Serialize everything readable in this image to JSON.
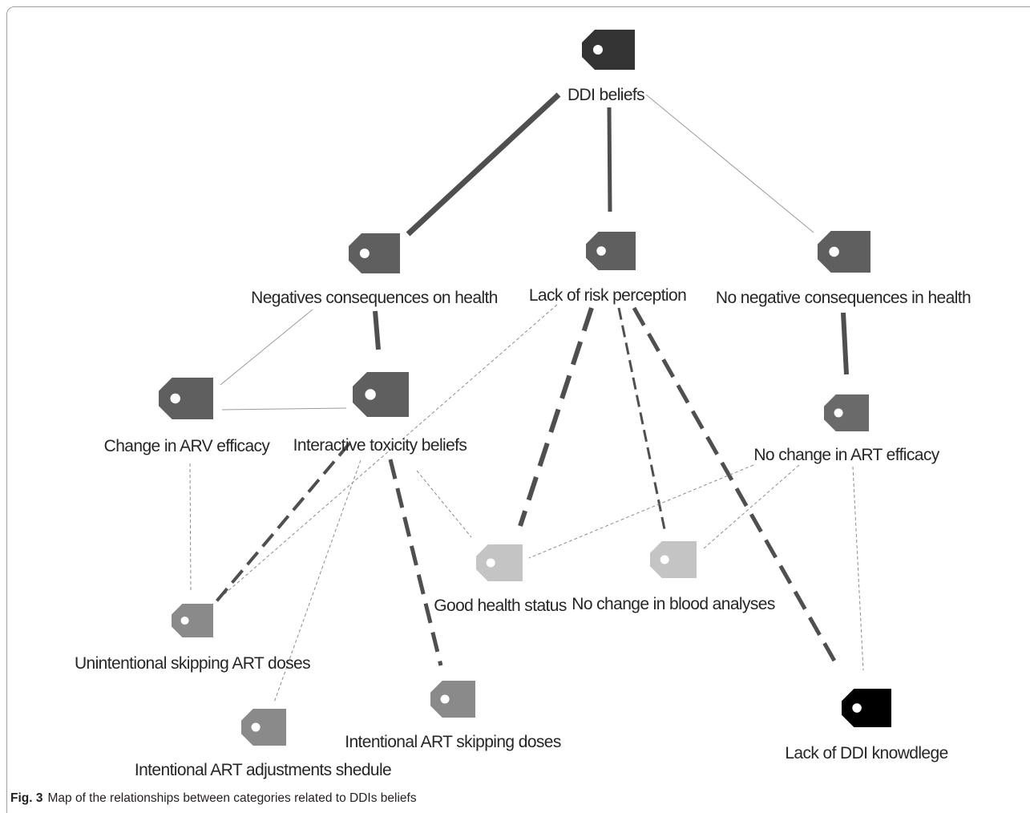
{
  "figure": {
    "caption_number": "Fig. 3",
    "caption_text": "Map of the relationships between categories related to DDIs beliefs"
  },
  "nodes": [
    {
      "id": "ddi_beliefs",
      "label": "DDI beliefs",
      "color": "#333333"
    },
    {
      "id": "neg_consequences",
      "label": "Negatives consequences on health",
      "color": "#5f5f5f"
    },
    {
      "id": "lack_risk",
      "label": "Lack of risk perception",
      "color": "#5f5f5f"
    },
    {
      "id": "no_neg_consequences",
      "label": "No negative consequences in health",
      "color": "#5f5f5f"
    },
    {
      "id": "change_arv",
      "label": "Change in ARV efficacy",
      "color": "#5f5f5f"
    },
    {
      "id": "interactive_toxicity",
      "label": "Interactive toxicity beliefs",
      "color": "#5f5f5f"
    },
    {
      "id": "no_change_art",
      "label": "No change in ART efficacy",
      "color": "#6a6a6a"
    },
    {
      "id": "good_health",
      "label": "Good health status",
      "color": "#c4c4c4"
    },
    {
      "id": "no_change_blood",
      "label": "No change in blood analyses",
      "color": "#c4c4c4"
    },
    {
      "id": "unintentional_skipping",
      "label": "Unintentional skipping ART doses",
      "color": "#8a8a8a"
    },
    {
      "id": "intentional_skipping",
      "label": "Intentional ART skipping doses",
      "color": "#8a8a8a"
    },
    {
      "id": "intentional_adjust",
      "label": "Intentional ART adjustments shedule",
      "color": "#8a8a8a"
    },
    {
      "id": "lack_knowledge",
      "label": "Lack of DDI knowdlege",
      "color": "#000000"
    }
  ],
  "edges": [
    {
      "from": "ddi_beliefs",
      "to": "neg_consequences",
      "style": "solid",
      "weight": 7
    },
    {
      "from": "ddi_beliefs",
      "to": "lack_risk",
      "style": "solid",
      "weight": 5
    },
    {
      "from": "ddi_beliefs",
      "to": "no_neg_consequences",
      "style": "solid",
      "weight": 1
    },
    {
      "from": "neg_consequences",
      "to": "change_arv",
      "style": "solid",
      "weight": 1
    },
    {
      "from": "neg_consequences",
      "to": "interactive_toxicity",
      "style": "solid",
      "weight": 6
    },
    {
      "from": "change_arv",
      "to": "interactive_toxicity",
      "style": "solid",
      "weight": 1
    },
    {
      "from": "no_neg_consequences",
      "to": "no_change_art",
      "style": "solid",
      "weight": 6
    },
    {
      "from": "lack_risk",
      "to": "good_health",
      "style": "dashed",
      "weight": 6
    },
    {
      "from": "lack_risk",
      "to": "no_change_blood",
      "style": "dashed",
      "weight": 3
    },
    {
      "from": "lack_risk",
      "to": "lack_knowledge",
      "style": "dashed",
      "weight": 5
    },
    {
      "from": "lack_risk",
      "to": "unintentional_skipping",
      "style": "dotted",
      "weight": 1
    },
    {
      "from": "interactive_toxicity",
      "to": "unintentional_skipping",
      "style": "dashed",
      "weight": 4
    },
    {
      "from": "interactive_toxicity",
      "to": "intentional_skipping",
      "style": "dashed",
      "weight": 5
    },
    {
      "from": "interactive_toxicity",
      "to": "intentional_adjust",
      "style": "dotted",
      "weight": 1
    },
    {
      "from": "interactive_toxicity",
      "to": "good_health",
      "style": "dotted",
      "weight": 1
    },
    {
      "from": "change_arv",
      "to": "unintentional_skipping",
      "style": "dotted",
      "weight": 1
    },
    {
      "from": "no_change_art",
      "to": "good_health",
      "style": "dotted",
      "weight": 1
    },
    {
      "from": "no_change_art",
      "to": "no_change_blood",
      "style": "dotted",
      "weight": 1
    },
    {
      "from": "no_change_art",
      "to": "lack_knowledge",
      "style": "dotted",
      "weight": 1
    }
  ]
}
